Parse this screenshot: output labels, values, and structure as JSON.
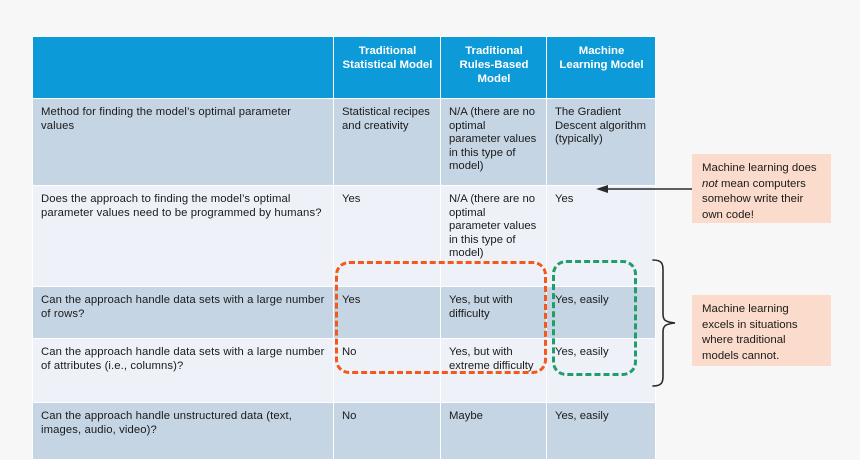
{
  "table": {
    "headers": [
      "",
      "Traditional Statistical Model",
      "Traditional Rules-Based Model",
      "Machine Learning Model"
    ],
    "rows": [
      {
        "question": "Method for finding the model’s optimal parameter values",
        "statistical": "Statistical recipes and creativity",
        "rules_based": "N/A (there are no optimal parameter values in this type of model)",
        "machine_learning": "The Gradient Descent algorithm (typically)"
      },
      {
        "question": "Does the approach to finding the model’s optimal parameter values need to be programmed by humans?",
        "statistical": "Yes",
        "rules_based": "N/A (there are no optimal parameter values in this type of model)",
        "machine_learning": "Yes"
      },
      {
        "question": "Can the approach handle data sets with a large number of rows?",
        "statistical": "Yes",
        "rules_based": "Yes, but with difficulty",
        "machine_learning": "Yes, easily"
      },
      {
        "question": "Can the approach handle data sets with a large number of attributes (i.e., columns)?",
        "statistical": "No",
        "rules_based": "Yes, but with extreme difficulty",
        "machine_learning": "Yes, easily"
      },
      {
        "question": "Can the approach handle unstructured data (text, images, audio, video)?",
        "statistical": "No",
        "rules_based": "Maybe",
        "machine_learning": "Yes, easily"
      }
    ]
  },
  "callouts": {
    "ml_not_writing_code": {
      "part1": "Machine learning does ",
      "emphasis": "not",
      "part2": " mean computers somehow write their own code!"
    },
    "ml_excels": "Machine learning excels in situations where traditional models cannot."
  },
  "colors": {
    "header_blue": "#0c9ad8",
    "band_dark": "#c6d5e4",
    "band_light": "#eef2f8",
    "highlight_orange": "#f2591c",
    "highlight_green": "#1f9e6b",
    "callout_bg": "#fbdbcb",
    "page_bg": "#f7f7f7"
  }
}
